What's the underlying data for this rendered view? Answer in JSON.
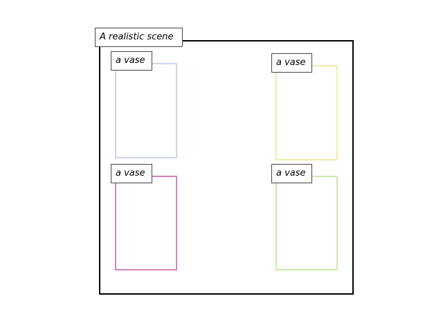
{
  "scene": {
    "caption": "A realistic scene",
    "frame_color": "#000000"
  },
  "objects": [
    {
      "label": "a vase",
      "color": "#cdd3f2"
    },
    {
      "label": "a vase",
      "color": "#f2eaa6"
    },
    {
      "label": "a vase",
      "color": "#d77fbe"
    },
    {
      "label": "a vase",
      "color": "#c8eca4"
    }
  ]
}
